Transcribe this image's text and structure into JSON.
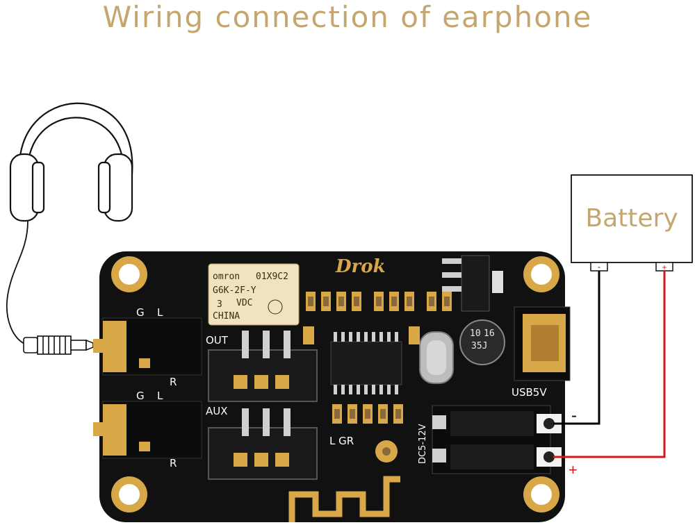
{
  "title": "Wiring connection of earphone",
  "battery": {
    "label": "Battery",
    "neg_terminal": "-",
    "pos_terminal": "+"
  },
  "wires": {
    "neg_sign": "-",
    "pos_sign": "+",
    "neg_color": "#000000",
    "pos_color": "#d0191b"
  },
  "board": {
    "brand": "Drok",
    "out_label": "OUT",
    "aux_label": "AUX",
    "g_label": "G",
    "l_label": "L",
    "r_label": "R",
    "lgr_label": "L GR",
    "usb_label": "USB5V",
    "dc_label": "DC5-12V",
    "relay": {
      "line1": "omron",
      "line1b": "01X9C2",
      "line2": "G6K-2F-Y",
      "line3": "3",
      "line3b": "VDC",
      "line4": "CHINA"
    },
    "capacitor": {
      "line1": "10",
      "line2": "16",
      "line3": "35J"
    }
  },
  "colors": {
    "title": "#c4a66e",
    "pcb": "#111111",
    "gold": "#d8a848",
    "relay": "#f1e3c0"
  }
}
